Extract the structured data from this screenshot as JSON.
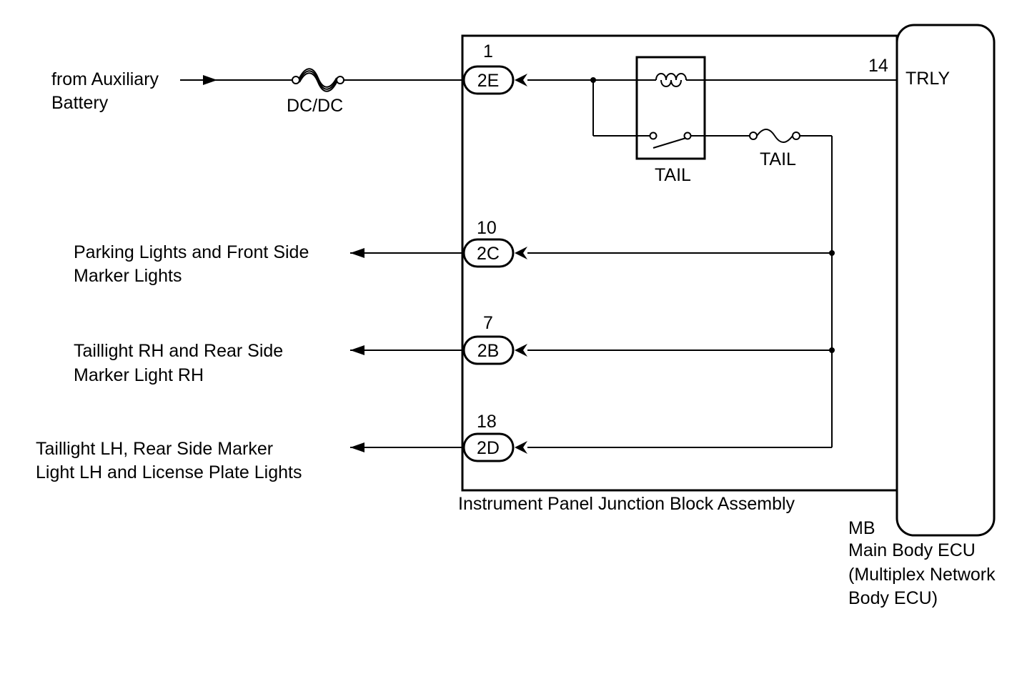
{
  "sources": {
    "aux_battery": [
      "from Auxiliary",
      "Battery"
    ]
  },
  "fuses": {
    "dcdc": "DC/DC",
    "tail": "TAIL"
  },
  "relay": {
    "label": "TAIL"
  },
  "connectors": [
    {
      "id": "2E",
      "pin": "1"
    },
    {
      "id": "2C",
      "pin": "10"
    },
    {
      "id": "2B",
      "pin": "7"
    },
    {
      "id": "2D",
      "pin": "18"
    }
  ],
  "outputs": [
    [
      "Parking Lights and Front Side",
      "Marker Lights"
    ],
    [
      "Taillight RH and Rear Side",
      "Marker Light RH"
    ],
    [
      "Taillight LH, Rear Side Marker",
      "Light LH and License Plate Lights"
    ]
  ],
  "junction_block": {
    "label": "Instrument Panel Junction Block Assembly"
  },
  "ecu": {
    "pin": "14",
    "terminal": "TRLY",
    "code": "MB",
    "name_lines": [
      "Main Body ECU",
      "(Multiplex Network",
      "Body ECU)"
    ]
  }
}
